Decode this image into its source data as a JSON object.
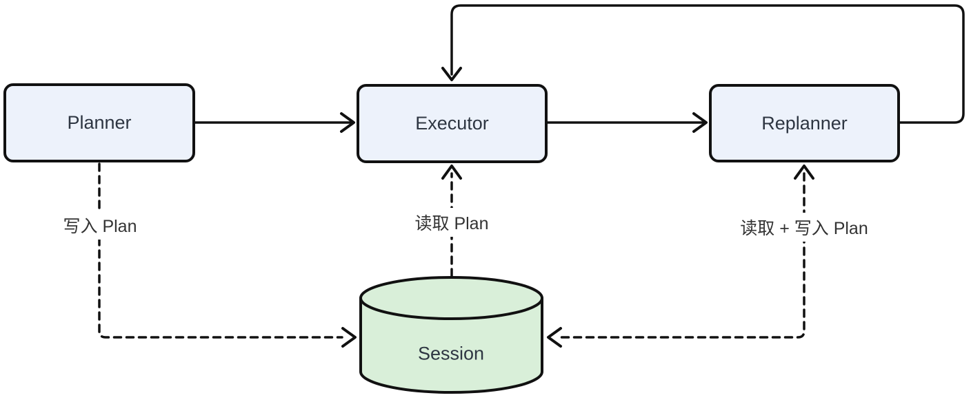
{
  "diagram": {
    "title": "plan-and-execute agent flow",
    "nodes": {
      "planner": "Planner",
      "executor": "Executor",
      "replanner": "Replanner",
      "session": "Session"
    },
    "edges": [
      {
        "from": "planner",
        "to": "executor",
        "style": "solid",
        "label": ""
      },
      {
        "from": "executor",
        "to": "replanner",
        "style": "solid",
        "label": ""
      },
      {
        "from": "replanner",
        "to": "executor",
        "style": "solid",
        "label": "",
        "shape": "feedback-loop-over-top"
      },
      {
        "from": "planner",
        "to": "session",
        "style": "dashed",
        "label": "写入 Plan"
      },
      {
        "from": "session",
        "to": "executor",
        "style": "dashed",
        "label": "读取 Plan"
      },
      {
        "from": "replanner",
        "to": "session",
        "style": "dashed",
        "bidirectional": true,
        "label": "读取 + 写入 Plan"
      }
    ],
    "colors": {
      "stroke": "#111111",
      "node_fill": "#edf2fb",
      "node_text": "#2e3642",
      "db_fill": "#d9efd9",
      "label_text": "#333333",
      "background": "#ffffff"
    }
  }
}
